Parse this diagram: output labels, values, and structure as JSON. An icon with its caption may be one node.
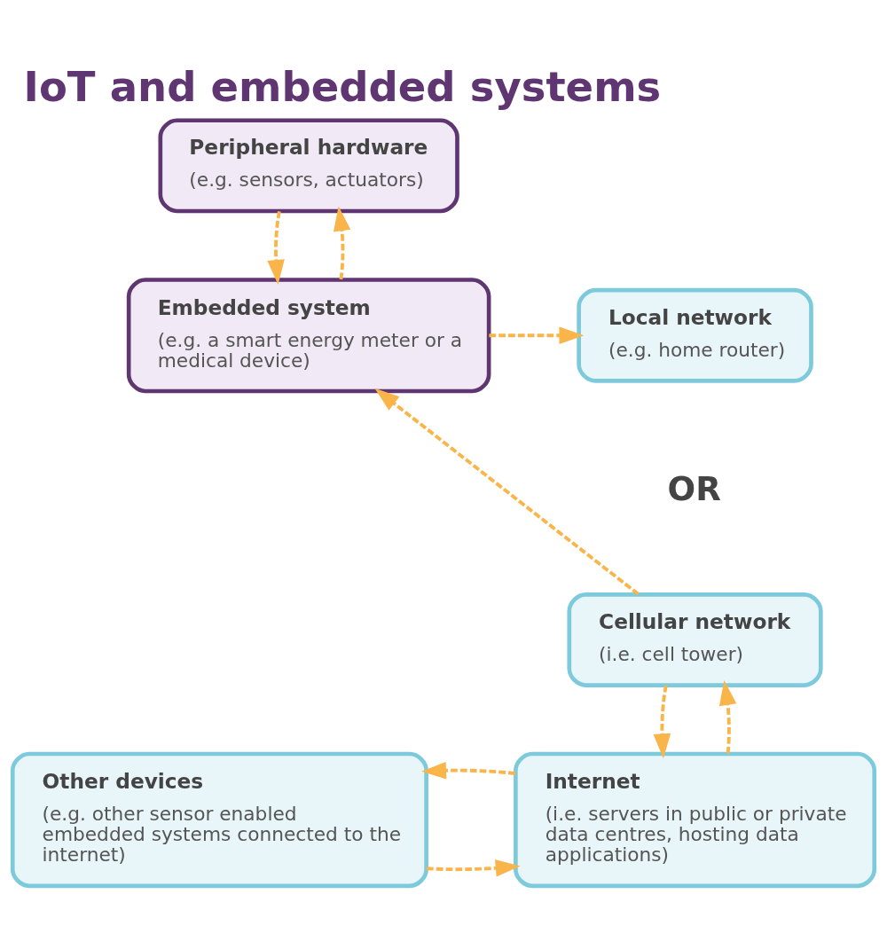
{
  "diagram": {
    "title": "IoT and embedded systems",
    "nodes": [
      {
        "text": [
          "Peripheral hardware",
          "(e.g. sensors, actuators)"
        ]
      },
      {
        "text": [
          "Local network",
          "(e.g. home router)"
        ]
      },
      {
        "text": [
          "Embedded system",
          "(e.g. a smart energy meter or a medical device)"
        ]
      },
      {
        "text": [
          "Cellular network",
          "(i.e. cell tower)"
        ]
      },
      {
        "text": [
          "Other devices",
          "(e.g. other sensor enabled embedded systems connected to the internet)"
        ]
      },
      {
        "text": [
          "Internet",
          "(i.e. servers in public or private data centres, hosting data applications)"
        ]
      }
    ],
    "edges": [
      {
        "from": 0,
        "to": 2,
        "arrow": "to",
        "style": "dashed",
        "color": "#f9b54a"
      },
      {
        "from": 2,
        "to": 0,
        "arrow": "to",
        "style": "dashed",
        "color": "#f9b54a"
      },
      {
        "from": 2,
        "to": 1,
        "arrow": "to",
        "style": "dashed",
        "color": "#f9b54a"
      },
      {
        "from": 3,
        "to": 2,
        "arrow": "to",
        "style": "dashed",
        "color": "#f9b54a"
      },
      {
        "from": 5,
        "to": 3,
        "arrow": "to",
        "style": "dashed",
        "color": "#f9b54a"
      },
      {
        "from": 3,
        "to": 5,
        "arrow": "to",
        "style": "dashed",
        "color": "#f9b54a"
      },
      {
        "from": 4,
        "to": 5,
        "arrow": "to",
        "style": "dashed",
        "color": "#f9b54a"
      },
      {
        "from": 5,
        "to": 4,
        "arrow": "to",
        "style": "dashed",
        "color": "#f9b54a"
      }
    ],
    "labels": [
      "OR"
    ]
  }
}
